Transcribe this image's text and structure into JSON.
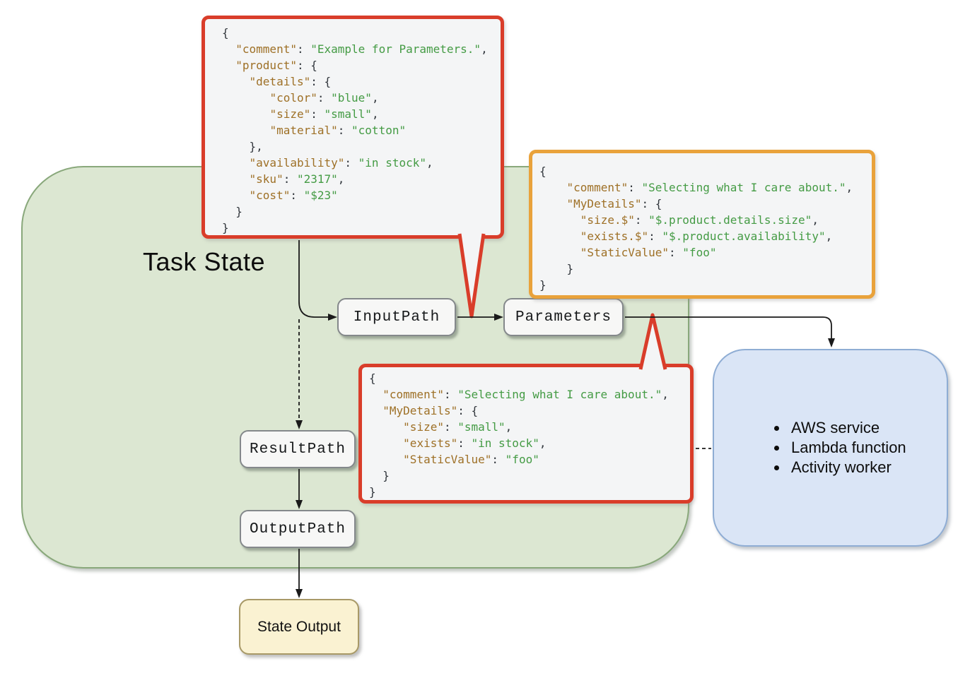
{
  "diagram": {
    "task_state_label": "Task State",
    "nodes": {
      "input_path": "InputPath",
      "parameters": "Parameters",
      "result_path": "ResultPath",
      "output_path": "OutputPath",
      "state_output": "State Output"
    },
    "services": {
      "items": [
        "AWS service",
        "Lambda function",
        "Activity worker"
      ]
    },
    "code_blocks": {
      "state_input": {
        "lines": [
          [
            [
              "p",
              "{"
            ]
          ],
          [
            [
              "p",
              "  "
            ],
            [
              "k",
              "\"comment\""
            ],
            [
              "p",
              ": "
            ],
            [
              "v",
              "\"Example for Parameters.\""
            ],
            [
              "p",
              ","
            ]
          ],
          [
            [
              "p",
              "  "
            ],
            [
              "k",
              "\"product\""
            ],
            [
              "p",
              ": {"
            ]
          ],
          [
            [
              "p",
              "    "
            ],
            [
              "k",
              "\"details\""
            ],
            [
              "p",
              ": {"
            ]
          ],
          [
            [
              "p",
              "       "
            ],
            [
              "k",
              "\"color\""
            ],
            [
              "p",
              ": "
            ],
            [
              "v",
              "\"blue\""
            ],
            [
              "p",
              ","
            ]
          ],
          [
            [
              "p",
              "       "
            ],
            [
              "k",
              "\"size\""
            ],
            [
              "p",
              ": "
            ],
            [
              "v",
              "\"small\""
            ],
            [
              "p",
              ","
            ]
          ],
          [
            [
              "p",
              "       "
            ],
            [
              "k",
              "\"material\""
            ],
            [
              "p",
              ": "
            ],
            [
              "v",
              "\"cotton\""
            ]
          ],
          [
            [
              "p",
              "    },"
            ]
          ],
          [
            [
              "p",
              "    "
            ],
            [
              "k",
              "\"availability\""
            ],
            [
              "p",
              ": "
            ],
            [
              "v",
              "\"in stock\""
            ],
            [
              "p",
              ","
            ]
          ],
          [
            [
              "p",
              "    "
            ],
            [
              "k",
              "\"sku\""
            ],
            [
              "p",
              ": "
            ],
            [
              "v",
              "\"2317\""
            ],
            [
              "p",
              ","
            ]
          ],
          [
            [
              "p",
              "    "
            ],
            [
              "k",
              "\"cost\""
            ],
            [
              "p",
              ": "
            ],
            [
              "v",
              "\"$23\""
            ]
          ],
          [
            [
              "p",
              "  }"
            ]
          ],
          [
            [
              "p",
              "}"
            ]
          ]
        ]
      },
      "parameters_spec": {
        "lines": [
          [
            [
              "p",
              "{"
            ]
          ],
          [
            [
              "p",
              "    "
            ],
            [
              "k",
              "\"comment\""
            ],
            [
              "p",
              ": "
            ],
            [
              "v",
              "\"Selecting what I care about.\""
            ],
            [
              "p",
              ","
            ]
          ],
          [
            [
              "p",
              "    "
            ],
            [
              "k",
              "\"MyDetails\""
            ],
            [
              "p",
              ": {"
            ]
          ],
          [
            [
              "p",
              "      "
            ],
            [
              "k",
              "\"size.$\""
            ],
            [
              "p",
              ": "
            ],
            [
              "v",
              "\"$.product.details.size\""
            ],
            [
              "p",
              ","
            ]
          ],
          [
            [
              "p",
              "      "
            ],
            [
              "k",
              "\"exists.$\""
            ],
            [
              "p",
              ": "
            ],
            [
              "v",
              "\"$.product.availability\""
            ],
            [
              "p",
              ","
            ]
          ],
          [
            [
              "p",
              "      "
            ],
            [
              "k",
              "\"StaticValue\""
            ],
            [
              "p",
              ": "
            ],
            [
              "v",
              "\"foo\""
            ]
          ],
          [
            [
              "p",
              "    }"
            ]
          ],
          [
            [
              "p",
              "}"
            ]
          ]
        ]
      },
      "effective_parameters": {
        "lines": [
          [
            [
              "p",
              "{"
            ]
          ],
          [
            [
              "p",
              "  "
            ],
            [
              "k",
              "\"comment\""
            ],
            [
              "p",
              ": "
            ],
            [
              "v",
              "\"Selecting what I care about.\""
            ],
            [
              "p",
              ","
            ]
          ],
          [
            [
              "p",
              "  "
            ],
            [
              "k",
              "\"MyDetails\""
            ],
            [
              "p",
              ": {"
            ]
          ],
          [
            [
              "p",
              "     "
            ],
            [
              "k",
              "\"size\""
            ],
            [
              "p",
              ": "
            ],
            [
              "v",
              "\"small\""
            ],
            [
              "p",
              ","
            ]
          ],
          [
            [
              "p",
              "     "
            ],
            [
              "k",
              "\"exists\""
            ],
            [
              "p",
              ": "
            ],
            [
              "v",
              "\"in stock\""
            ],
            [
              "p",
              ","
            ]
          ],
          [
            [
              "p",
              "     "
            ],
            [
              "k",
              "\"StaticValue\""
            ],
            [
              "p",
              ": "
            ],
            [
              "v",
              "\"foo\""
            ]
          ],
          [
            [
              "p",
              "  }"
            ]
          ],
          [
            [
              "p",
              "}"
            ]
          ]
        ]
      }
    },
    "colors": {
      "task_state_fill": "#dce7d2",
      "task_state_border": "#89a87b",
      "callout_red_border": "#d93d2a",
      "callout_orange_border": "#e9a23b",
      "code_background": "#f4f5f6",
      "code_key": "#9e7026",
      "code_string": "#449b44",
      "code_punctuation": "#32373d",
      "node_fill": "#f7f7f6",
      "node_border": "#84888b",
      "services_fill": "#dae5f6",
      "services_border": "#8fadd4",
      "state_output_fill": "#faf2d2",
      "state_output_border": "#a89967",
      "arrow": "#1a1a1a"
    }
  }
}
